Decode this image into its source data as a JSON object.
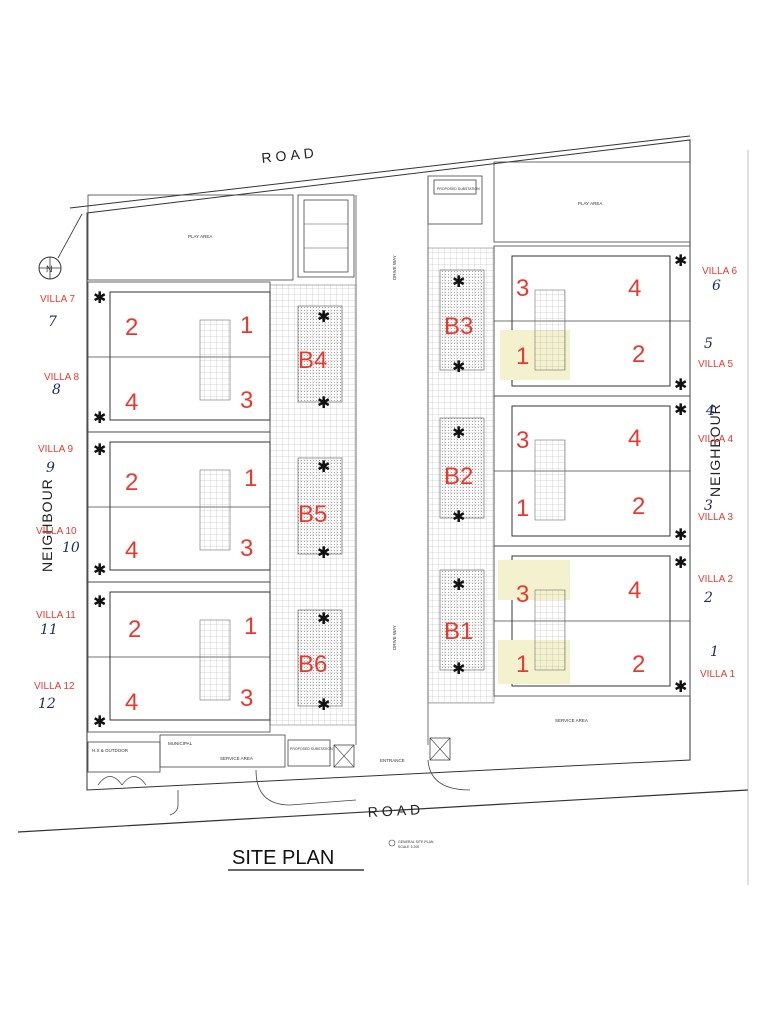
{
  "roads": {
    "top": "ROAD",
    "bottom": "ROAD"
  },
  "areas": {
    "play_left": "PLAY AREA",
    "play_right": "PLAY AREA",
    "drive_top": "DRIVE WAY",
    "drive_bottom": "DRIVE WAY",
    "service_left": "SERVICE AREA",
    "service_right": "SERVICE AREA",
    "entrance": "ENTRANCE",
    "hs": "H.S & OUTDOOR",
    "muncipal": "MUNICIPAL",
    "proposed_left": "PROPOSED SUBSTATION",
    "proposed_right": "PROPOSED SUBSTATION"
  },
  "neighbours": {
    "left": "NEIGHBOUR",
    "right": "NEIGHBOUR"
  },
  "villas_left": [
    {
      "label": "VILLA 7",
      "num": "7"
    },
    {
      "label": "VILLA 8",
      "num": "8"
    },
    {
      "label": "VILLA 9",
      "num": "9"
    },
    {
      "label": "VILLA 10",
      "num": "10"
    },
    {
      "label": "VILLA 11",
      "num": "11"
    },
    {
      "label": "VILLA 12",
      "num": "12"
    }
  ],
  "villas_right": [
    {
      "label": "VILLA 6",
      "num": "6"
    },
    {
      "label": "VILLA 5",
      "num": "5"
    },
    {
      "label": "VILLA 4",
      "num": "4"
    },
    {
      "label": "VILLA 3",
      "num": "3"
    },
    {
      "label": "VILLA 2",
      "num": "2"
    },
    {
      "label": "VILLA 1",
      "num": "1"
    }
  ],
  "blocks_left": [
    {
      "name": "B4",
      "nums": [
        "2",
        "1",
        "4",
        "3"
      ]
    },
    {
      "name": "B5",
      "nums": [
        "2",
        "1",
        "4",
        "3"
      ]
    },
    {
      "name": "B6",
      "nums": [
        "2",
        "1",
        "4",
        "3"
      ]
    }
  ],
  "blocks_right": [
    {
      "name": "B3",
      "nums": [
        "3",
        "4",
        "1",
        "2"
      ]
    },
    {
      "name": "B2",
      "nums": [
        "3",
        "4",
        "1",
        "2"
      ]
    },
    {
      "name": "B1",
      "nums": [
        "3",
        "4",
        "1",
        "2"
      ]
    }
  ],
  "title": "SITE PLAN",
  "drawing_note": {
    "line1": "GENERAL SITE PLAN",
    "line2": "SCALE 1:200"
  },
  "colors": {
    "annotation_red": "#e8392f",
    "handwriting_blue": "#1f2a6b",
    "unit_fill": "#f4f1cf"
  }
}
